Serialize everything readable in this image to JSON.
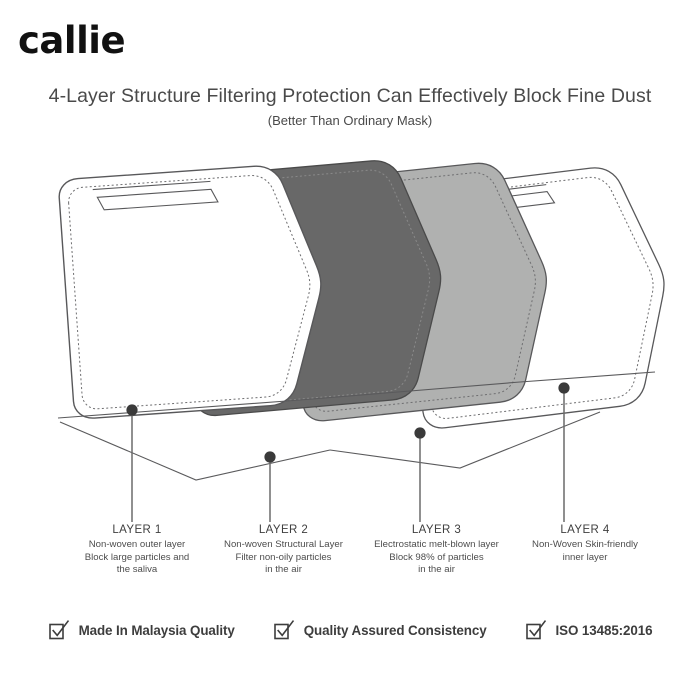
{
  "brand": {
    "name": "callie"
  },
  "header": {
    "title": "4-Layer Structure Filtering Protection Can Effectively Block Fine Dust",
    "subtitle": "(Better Than Ordinary Mask)"
  },
  "illustration": {
    "name": "four-layer-face-mask-exploded-diagram",
    "layer_colors": {
      "layer1_fill": "#ffffff",
      "layer2_fill": "#686868",
      "layer3_fill": "#b0b1b0",
      "layer4_fill": "#ffffff",
      "outline": "#58585a",
      "stitch": "#6e6e70",
      "callout_dot": "#3a3a3a",
      "callout_line": "#6a6a6a"
    }
  },
  "layers": [
    {
      "id": "layer-1",
      "title": "LAYER 1",
      "lines": [
        "Non-woven outer layer",
        "Block large particles and",
        "the saliva"
      ]
    },
    {
      "id": "layer-2",
      "title": "LAYER 2",
      "lines": [
        "Non-woven Structural Layer",
        "Filter non-oily particles",
        "in the air"
      ]
    },
    {
      "id": "layer-3",
      "title": "LAYER 3",
      "lines": [
        "Electrostatic melt-blown layer",
        "Block 98% of particles",
        "in the air"
      ]
    },
    {
      "id": "layer-4",
      "title": "LAYER 4",
      "lines": [
        "Non-Woven Skin-friendly",
        "inner layer",
        ""
      ]
    }
  ],
  "badges": [
    {
      "icon": "checkbox-check-icon",
      "label": "Made In Malaysia Quality"
    },
    {
      "icon": "checkbox-check-icon",
      "label": "Quality Assured Consistency"
    },
    {
      "icon": "checkbox-check-icon",
      "label": "ISO 13485:2016"
    }
  ]
}
